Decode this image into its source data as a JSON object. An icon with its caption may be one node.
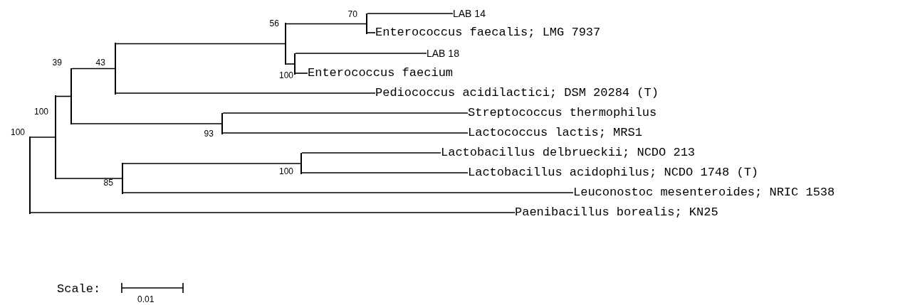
{
  "diagram": {
    "nodes": [
      {
        "text": [],
        "shape": "bar",
        "beside": [
          "100"
        ]
      },
      {
        "text": [],
        "shape": "bar",
        "beside": [
          "100"
        ]
      },
      {
        "text": [],
        "shape": "bar",
        "beside": [
          "39"
        ]
      },
      {
        "text": [],
        "shape": "bar",
        "beside": [
          "43"
        ]
      },
      {
        "text": [],
        "shape": "bar",
        "beside": [
          "56"
        ]
      },
      {
        "text": [],
        "shape": "bar",
        "beside": [
          "70"
        ]
      },
      {
        "text": [
          "LAB 14"
        ]
      },
      {
        "text": [
          "Enterococcus faecalis; LMG 7937"
        ]
      },
      {
        "text": [],
        "shape": "bar",
        "beside": [
          "100"
        ]
      },
      {
        "text": [
          "LAB 18"
        ]
      },
      {
        "text": [
          "Enterococcus faecium"
        ]
      },
      {
        "text": [
          "Pediococcus acidilactici; DSM 20284 (T)"
        ]
      },
      {
        "text": [],
        "shape": "bar",
        "beside": [
          "93"
        ]
      },
      {
        "text": [
          "Streptococcus thermophilus"
        ]
      },
      {
        "text": [
          "Lactococcus lactis; MRS1"
        ]
      },
      {
        "text": [],
        "shape": "bar",
        "beside": [
          "85"
        ]
      },
      {
        "text": [],
        "shape": "bar",
        "beside": [
          "100"
        ]
      },
      {
        "text": [
          "Lactobacillus delbrueckii; NCDO 213"
        ]
      },
      {
        "text": [
          "Lactobacillus acidophilus; NCDO 1748 (T)"
        ]
      },
      {
        "text": [
          "Leuconostoc mesenteroides; NRIC 1538"
        ]
      },
      {
        "text": [
          "Paenibacillus borealis; KN25"
        ]
      }
    ],
    "edges": [
      {
        "from": 0,
        "to": 1,
        "arrow": "none"
      },
      {
        "from": 0,
        "to": 20,
        "arrow": "none"
      },
      {
        "from": 1,
        "to": 2,
        "arrow": "none"
      },
      {
        "from": 1,
        "to": 15,
        "arrow": "none"
      },
      {
        "from": 2,
        "to": 3,
        "arrow": "none"
      },
      {
        "from": 2,
        "to": 12,
        "arrow": "none"
      },
      {
        "from": 3,
        "to": 4,
        "arrow": "none"
      },
      {
        "from": 3,
        "to": 11,
        "arrow": "none"
      },
      {
        "from": 4,
        "to": 5,
        "arrow": "none"
      },
      {
        "from": 4,
        "to": 8,
        "arrow": "none"
      },
      {
        "from": 5,
        "to": 6,
        "arrow": "none"
      },
      {
        "from": 5,
        "to": 7,
        "arrow": "none"
      },
      {
        "from": 8,
        "to": 9,
        "arrow": "none"
      },
      {
        "from": 8,
        "to": 10,
        "arrow": "none"
      },
      {
        "from": 12,
        "to": 13,
        "arrow": "none"
      },
      {
        "from": 12,
        "to": 14,
        "arrow": "none"
      },
      {
        "from": 15,
        "to": 16,
        "arrow": "none"
      },
      {
        "from": 15,
        "to": 19,
        "arrow": "none"
      },
      {
        "from": 16,
        "to": 17,
        "arrow": "none"
      },
      {
        "from": 16,
        "to": 18,
        "arrow": "none"
      }
    ],
    "labels": [
      "Scale:",
      "0.01"
    ]
  }
}
